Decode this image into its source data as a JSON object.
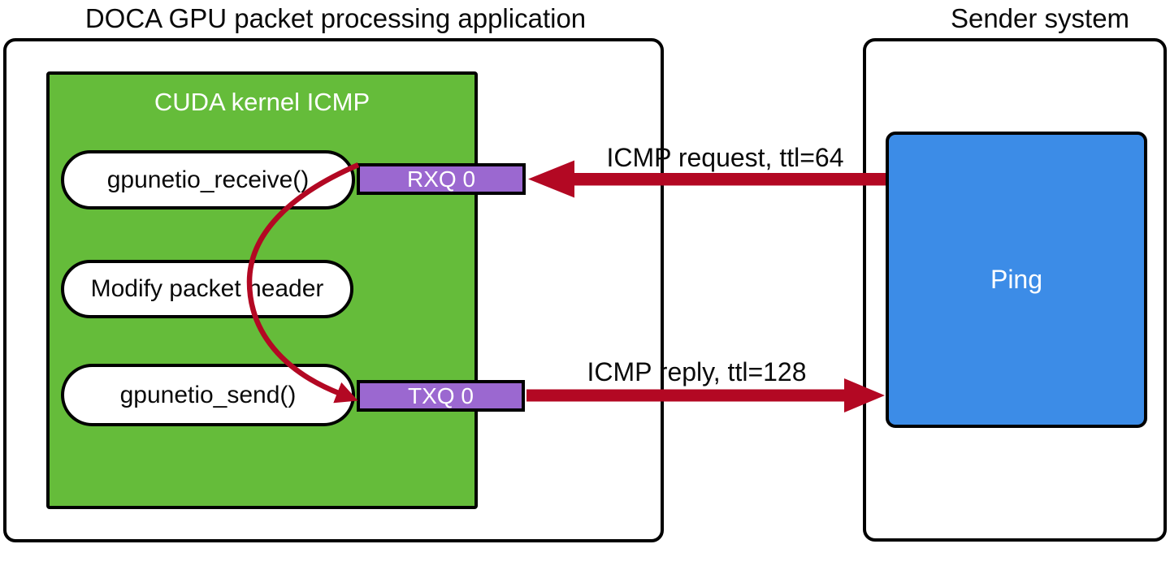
{
  "diagram": {
    "doca": {
      "title": "DOCA GPU packet processing application",
      "cuda_kernel": {
        "title": "CUDA kernel ICMP",
        "steps": [
          {
            "label": "gpunetio_receive()"
          },
          {
            "label": "Modify packet header"
          },
          {
            "label": "gpunetio_send()"
          }
        ]
      },
      "queues": [
        {
          "label": "RXQ 0"
        },
        {
          "label": "TXQ 0"
        }
      ]
    },
    "sender": {
      "title": "Sender system",
      "process": {
        "label": "Ping"
      }
    },
    "flows": {
      "request": {
        "label": "ICMP request, ttl=64"
      },
      "reply": {
        "label": "ICMP reply, ttl=128"
      }
    }
  },
  "colors": {
    "kernel_green": "#65BC3A",
    "queue_purple": "#9B68D0",
    "ping_blue": "#3C8CE7",
    "arrow_red": "#B30823",
    "border_black": "#000000",
    "text_white": "#FFFFFF"
  }
}
